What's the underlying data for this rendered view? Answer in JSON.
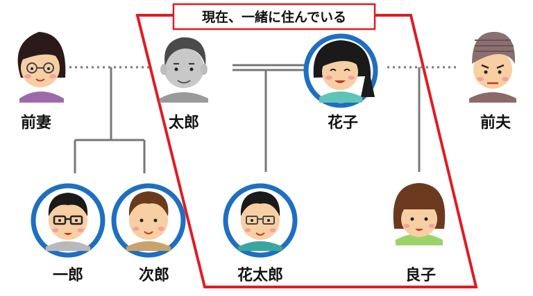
{
  "title": "現在、一緒に住んでいる",
  "people": [
    {
      "id": "maesai",
      "label": "前妻",
      "highlighted": false,
      "monochrome": false
    },
    {
      "id": "taro",
      "label": "太郎",
      "highlighted": false,
      "monochrome": true
    },
    {
      "id": "hanako",
      "label": "花子",
      "highlighted": true,
      "monochrome": false
    },
    {
      "id": "maeotto",
      "label": "前夫",
      "highlighted": false,
      "monochrome": false
    },
    {
      "id": "ichiro",
      "label": "一郎",
      "highlighted": true,
      "monochrome": false
    },
    {
      "id": "jiro",
      "label": "次郎",
      "highlighted": true,
      "monochrome": false
    },
    {
      "id": "hanataro",
      "label": "花太郎",
      "highlighted": true,
      "monochrome": false
    },
    {
      "id": "ryoko",
      "label": "良子",
      "highlighted": false,
      "monochrome": false
    }
  ],
  "colors": {
    "highlight_ring": "#1e6fc2",
    "household_border": "#e01b24",
    "line": "#777777"
  }
}
